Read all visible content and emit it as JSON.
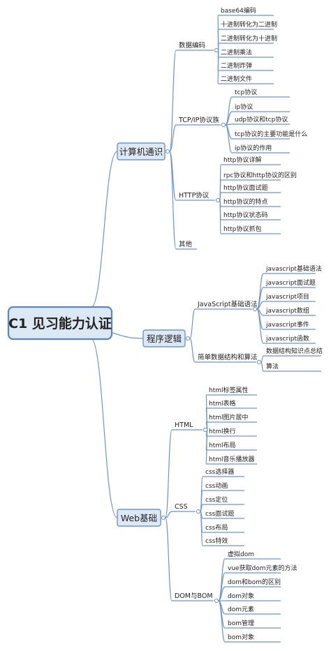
{
  "root": "C1 见习能力认证",
  "colors": {
    "line": "#6f95c8",
    "root_fill": "#dde8f5",
    "root_stroke": "#5b86be",
    "branch_fill": "#dde8f5",
    "branch_stroke": "#6f95c8",
    "root_text": "#1f3a63"
  },
  "branches": [
    {
      "name": "计算机通识",
      "groups": [
        {
          "name": "数据编码",
          "items": [
            "base64编码",
            "十进制转化为二进制",
            "二进制转化为十进制",
            "二进制乘法",
            "二进制炸弹",
            "二进制文件"
          ]
        },
        {
          "name": "TCP/IP协议族",
          "items": [
            "tcp协议",
            "ip协议",
            "udp协议和tcp协议",
            "tcp协议的主要功能是什么",
            "ip协议的作用"
          ]
        },
        {
          "name": "HTTP协议",
          "items": [
            "http协议详解",
            "rpc协议和http协议的区别",
            "http协议面试题",
            "http协议的特点",
            "http协议状态码",
            "http协议抓包"
          ]
        },
        {
          "name": "其他",
          "items": []
        }
      ]
    },
    {
      "name": "程序逻辑",
      "groups": [
        {
          "name": "JavaScript基础语法",
          "items": [
            "javascript基础语法",
            "javascript面试题",
            "javascript项目",
            "javascript数组",
            "javascript事件",
            "javascript函数"
          ]
        },
        {
          "name": "简单数据结构和算法",
          "items": [
            "数据结构知识点总结",
            "算法"
          ]
        }
      ]
    },
    {
      "name": "Web基础",
      "groups": [
        {
          "name": "HTML",
          "items": [
            "html标签属性",
            "html表格",
            "html图片居中",
            "html换行",
            "html布局",
            "html音乐播放器"
          ]
        },
        {
          "name": "CSS",
          "items": [
            "css选择器",
            "css动画",
            "css定位",
            "css面试题",
            "css布局",
            "css特效"
          ]
        },
        {
          "name": "DOM与BOM",
          "items": [
            "虚拟dom",
            "vue获取dom元素的方法",
            "dom和bom的区别",
            "dom对象",
            "dom元素",
            "bom管理",
            "bom对象"
          ]
        }
      ]
    }
  ]
}
